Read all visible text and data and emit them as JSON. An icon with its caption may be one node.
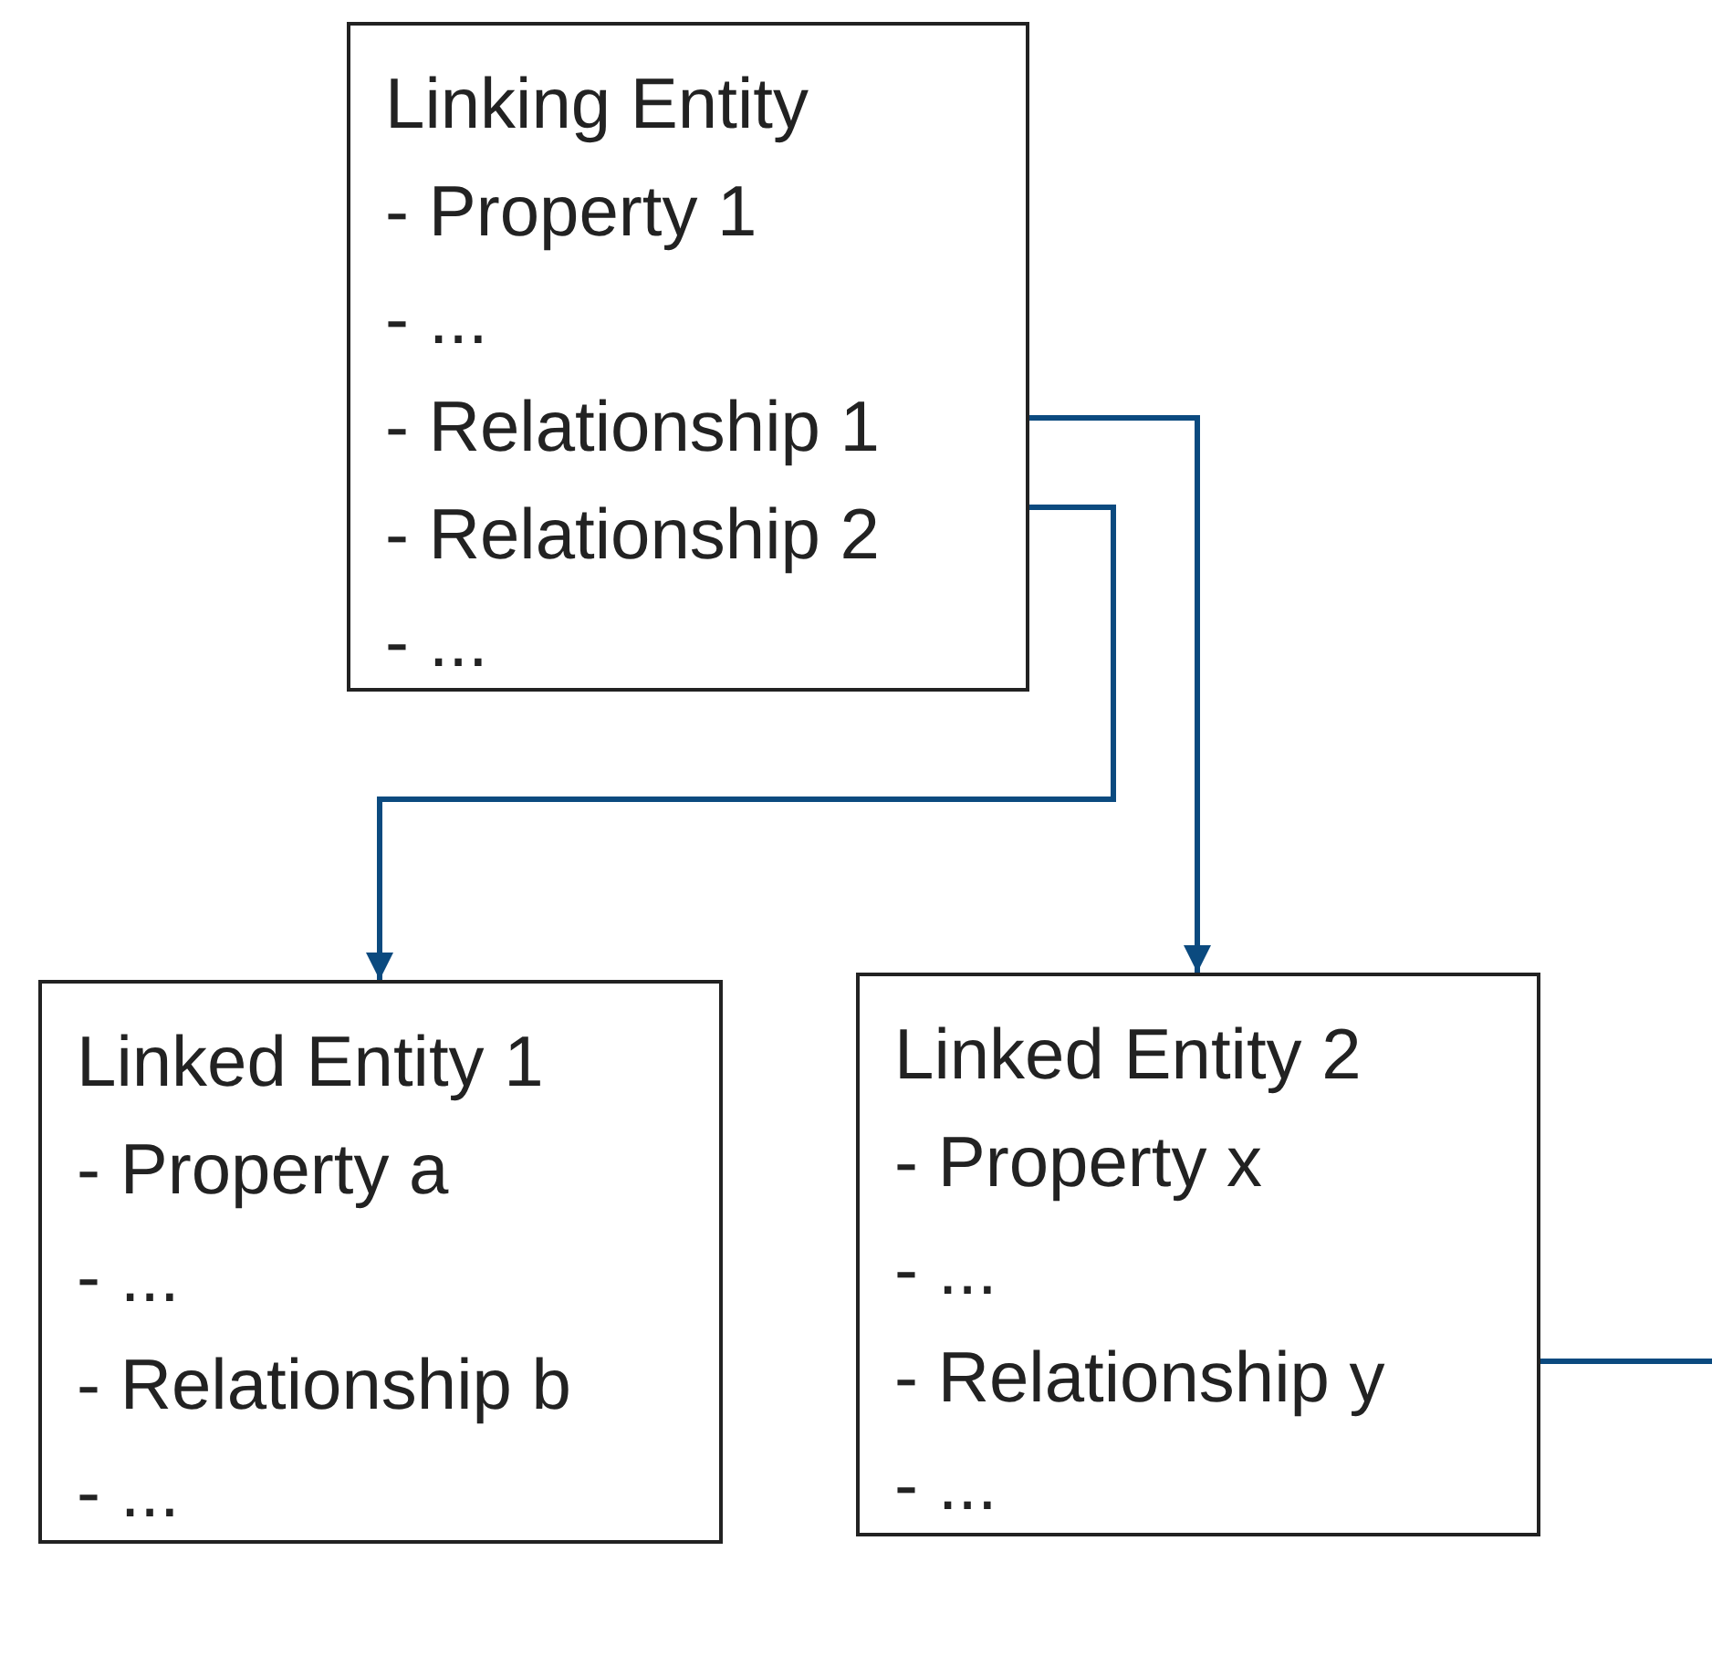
{
  "diagram": {
    "nodes": [
      {
        "text": [
          "Linking Entity",
          "- Property 1",
          "- ...",
          "- Relationship 1",
          "- Relationship 2",
          "- ..."
        ]
      },
      {
        "text": [
          "Linked Entity 1",
          "- Property a",
          "- ...",
          "- Relationship b",
          "- ..."
        ]
      },
      {
        "text": [
          "Linked Entity 2",
          "- Property x",
          "- ...",
          "- Relationship y",
          "- ..."
        ]
      }
    ],
    "edges": [
      {
        "from": 0,
        "to": 1,
        "arrow": "to"
      },
      {
        "from": 0,
        "to": 2,
        "arrow": "to"
      },
      {
        "from": 2,
        "to": null,
        "arrow": "none"
      }
    ]
  }
}
